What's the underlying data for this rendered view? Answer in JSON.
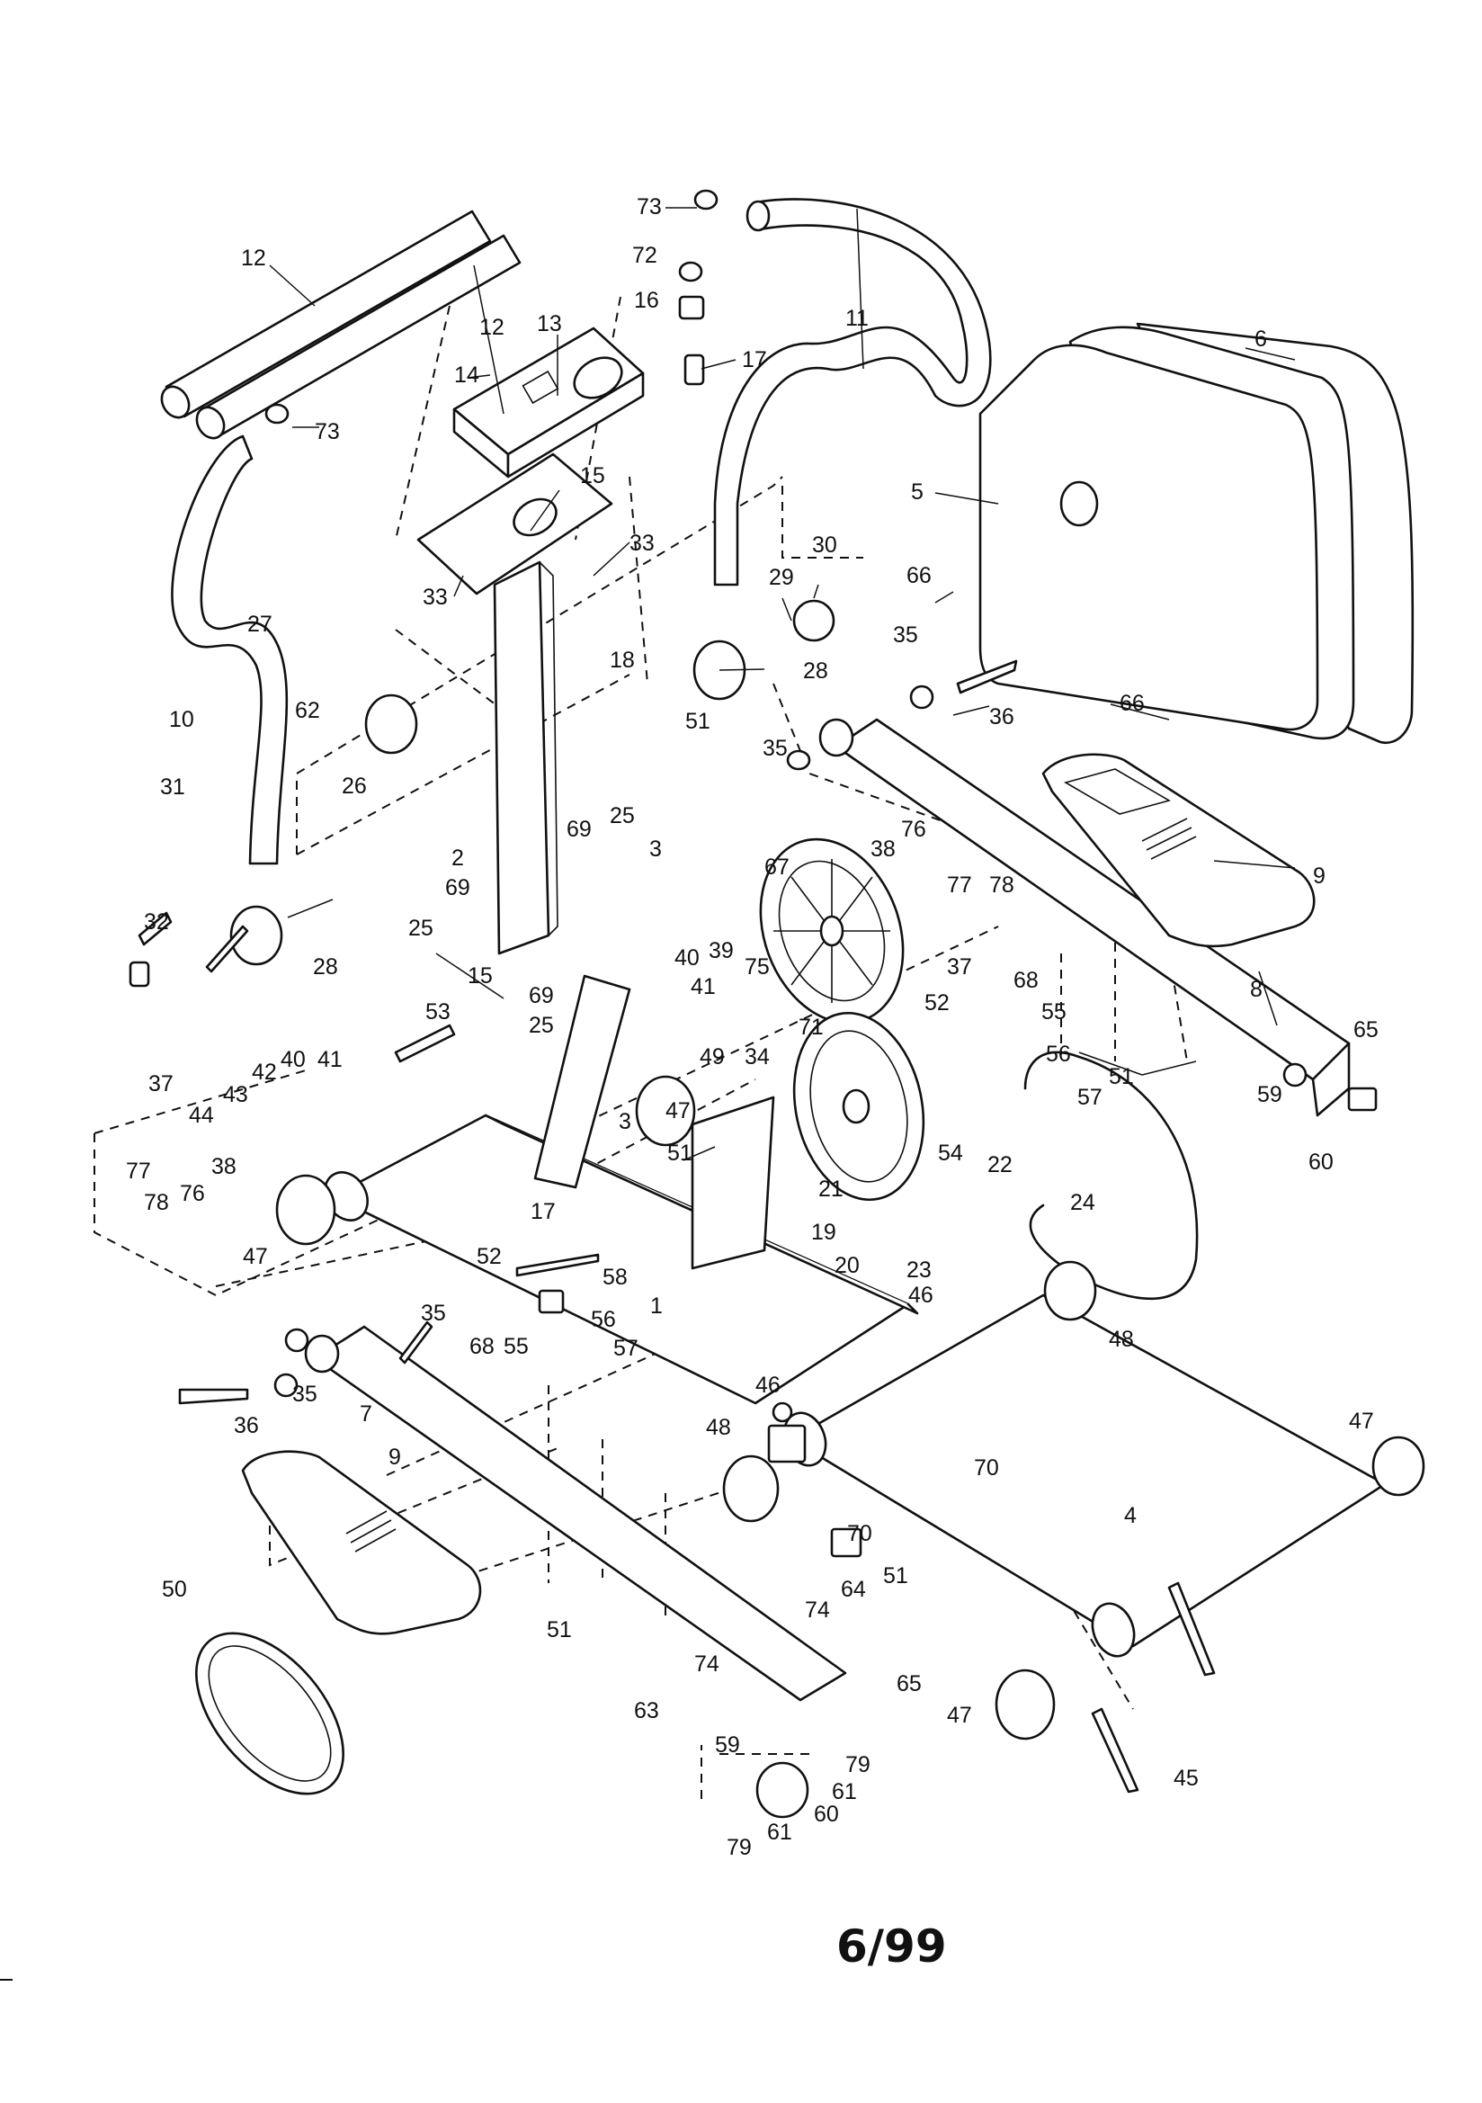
{
  "footer": {
    "date": "6/99"
  },
  "callouts": [
    {
      "label": "73"
    },
    {
      "label": "72"
    },
    {
      "label": "16"
    },
    {
      "label": "17"
    },
    {
      "label": "11"
    },
    {
      "label": "6"
    },
    {
      "label": "12"
    },
    {
      "label": "12"
    },
    {
      "label": "13"
    },
    {
      "label": "14"
    },
    {
      "label": "73"
    },
    {
      "label": "15"
    },
    {
      "label": "33"
    },
    {
      "label": "33"
    },
    {
      "label": "5"
    },
    {
      "label": "30"
    },
    {
      "label": "29"
    },
    {
      "label": "66"
    },
    {
      "label": "27"
    },
    {
      "label": "18"
    },
    {
      "label": "28"
    },
    {
      "label": "35"
    },
    {
      "label": "36"
    },
    {
      "label": "66"
    },
    {
      "label": "62"
    },
    {
      "label": "10"
    },
    {
      "label": "26"
    },
    {
      "label": "51"
    },
    {
      "label": "35"
    },
    {
      "label": "31"
    },
    {
      "label": "69"
    },
    {
      "label": "25"
    },
    {
      "label": "3"
    },
    {
      "label": "2"
    },
    {
      "label": "76"
    },
    {
      "label": "38"
    },
    {
      "label": "67"
    },
    {
      "label": "77"
    },
    {
      "label": "78"
    },
    {
      "label": "9"
    },
    {
      "label": "32"
    },
    {
      "label": "69"
    },
    {
      "label": "25"
    },
    {
      "label": "28"
    },
    {
      "label": "37"
    },
    {
      "label": "68"
    },
    {
      "label": "40"
    },
    {
      "label": "39"
    },
    {
      "label": "75"
    },
    {
      "label": "41"
    },
    {
      "label": "8"
    },
    {
      "label": "15"
    },
    {
      "label": "69"
    },
    {
      "label": "25"
    },
    {
      "label": "52"
    },
    {
      "label": "55"
    },
    {
      "label": "53"
    },
    {
      "label": "65"
    },
    {
      "label": "71"
    },
    {
      "label": "37"
    },
    {
      "label": "42"
    },
    {
      "label": "40"
    },
    {
      "label": "41"
    },
    {
      "label": "49"
    },
    {
      "label": "56"
    },
    {
      "label": "43"
    },
    {
      "label": "34"
    },
    {
      "label": "51"
    },
    {
      "label": "59"
    },
    {
      "label": "44"
    },
    {
      "label": "57"
    },
    {
      "label": "47"
    },
    {
      "label": "3"
    },
    {
      "label": "54"
    },
    {
      "label": "51"
    },
    {
      "label": "60"
    },
    {
      "label": "77"
    },
    {
      "label": "38"
    },
    {
      "label": "22"
    },
    {
      "label": "76"
    },
    {
      "label": "78"
    },
    {
      "label": "17"
    },
    {
      "label": "24"
    },
    {
      "label": "21"
    },
    {
      "label": "47"
    },
    {
      "label": "52"
    },
    {
      "label": "19"
    },
    {
      "label": "58"
    },
    {
      "label": "20"
    },
    {
      "label": "23"
    },
    {
      "label": "35"
    },
    {
      "label": "46"
    },
    {
      "label": "1"
    },
    {
      "label": "68"
    },
    {
      "label": "55"
    },
    {
      "label": "56"
    },
    {
      "label": "48"
    },
    {
      "label": "57"
    },
    {
      "label": "46"
    },
    {
      "label": "35"
    },
    {
      "label": "7"
    },
    {
      "label": "36"
    },
    {
      "label": "48"
    },
    {
      "label": "47"
    },
    {
      "label": "70"
    },
    {
      "label": "9"
    },
    {
      "label": "4"
    },
    {
      "label": "70"
    },
    {
      "label": "51"
    },
    {
      "label": "50"
    },
    {
      "label": "64"
    },
    {
      "label": "74"
    },
    {
      "label": "51"
    },
    {
      "label": "74"
    },
    {
      "label": "65"
    },
    {
      "label": "63"
    },
    {
      "label": "47"
    },
    {
      "label": "59"
    },
    {
      "label": "79"
    },
    {
      "label": "61"
    },
    {
      "label": "45"
    },
    {
      "label": "60"
    },
    {
      "label": "61"
    },
    {
      "label": "79"
    }
  ]
}
